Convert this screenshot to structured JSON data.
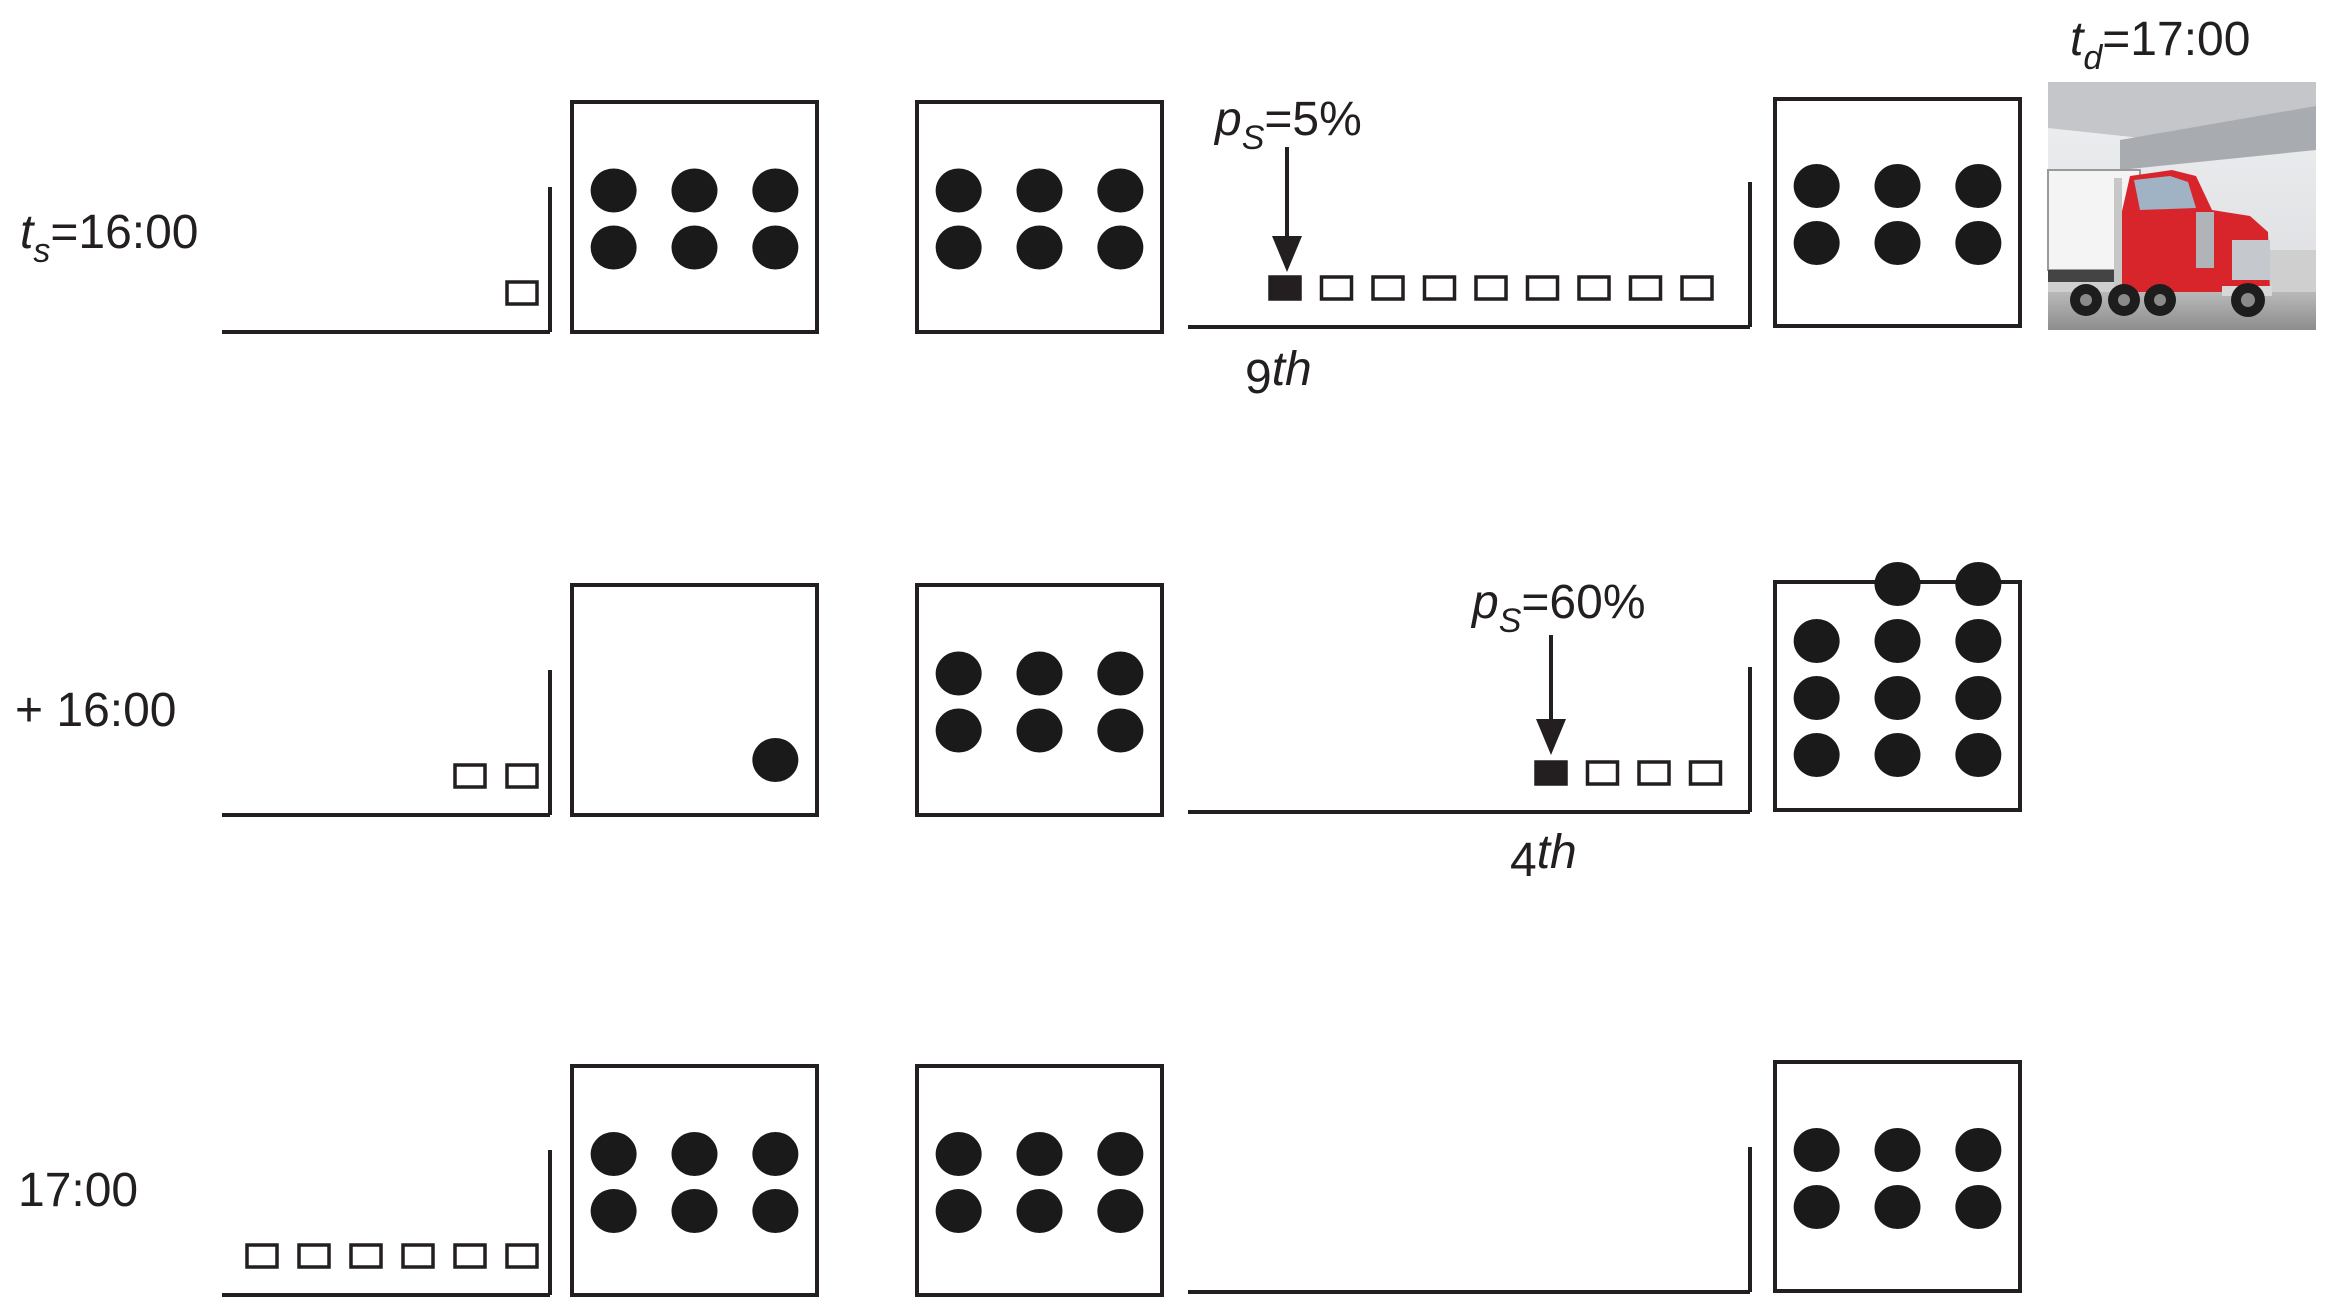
{
  "rows": [
    {
      "label": "t",
      "label_sub": "s",
      "label_rest": "=16:00",
      "queue_count": 1,
      "box1_dots": 6,
      "box2_dots": 6,
      "transfer_count": 9,
      "transfer_highlight": true,
      "prob_p": "p",
      "prob_sub": "S",
      "prob_rest": "=5%",
      "rank_num": "9",
      "rank_suffix": "th",
      "box3_dots": 6
    },
    {
      "label": "+ 16:00",
      "queue_count": 2,
      "box1_dots": 1,
      "box2_dots": 6,
      "transfer_count": 4,
      "transfer_highlight": true,
      "prob_p": "p",
      "prob_sub": "S",
      "prob_rest": "=60%",
      "rank_num": "4",
      "rank_suffix": "th",
      "box3_dots": 11
    },
    {
      "label": "17:00",
      "queue_count": 6,
      "box1_dots": 6,
      "box2_dots": 6,
      "transfer_count": 0,
      "box3_dots": 6
    }
  ],
  "deadline": {
    "t": "t",
    "sub": "d",
    "rest": "=17:00"
  },
  "truck_image": "red semi truck photo",
  "colors": {
    "ink": "#231f20",
    "truck_red": "#d8252b"
  }
}
